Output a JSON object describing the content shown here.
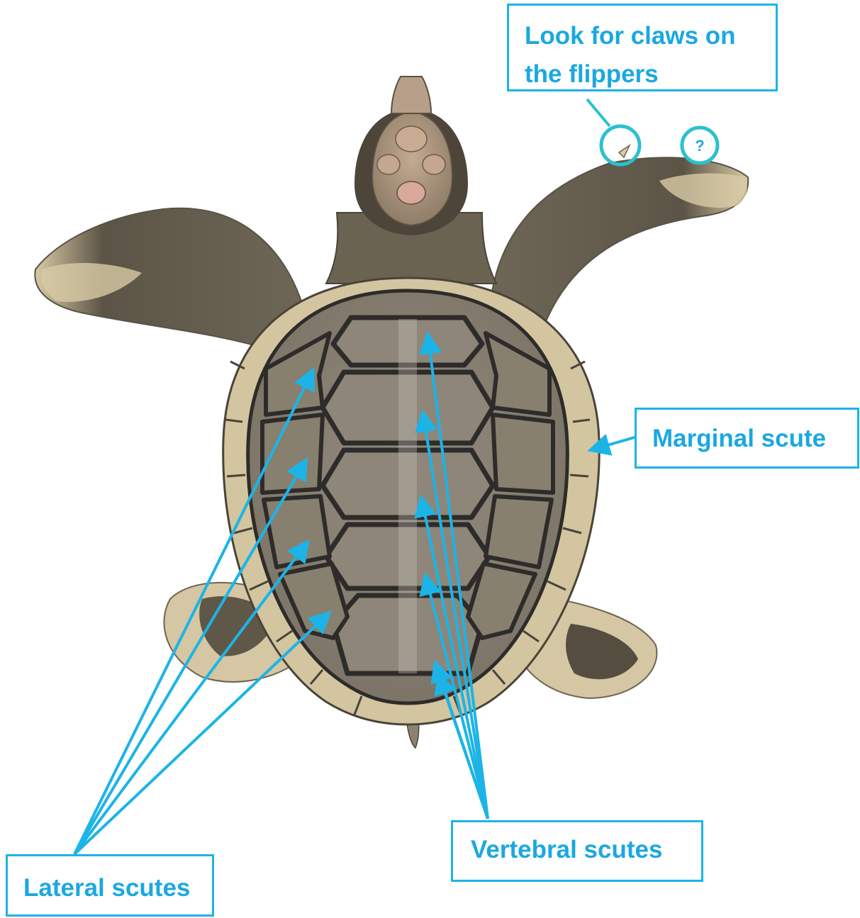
{
  "labels": {
    "claws_line1": "Look for claws on",
    "claws_line2": "the flippers",
    "question_mark": "?",
    "marginal": "Marginal scute",
    "vertebral": "Vertebral scutes",
    "lateral": "Lateral scutes"
  },
  "colors": {
    "accent": "#1cb4e6",
    "circle": "#2cc0d0",
    "carapace": "#8a8276",
    "scute_outline": "#2e2c2a",
    "skin": "#8b826f",
    "skin_dark": "#4a4338",
    "pale": "#d8caa5"
  }
}
